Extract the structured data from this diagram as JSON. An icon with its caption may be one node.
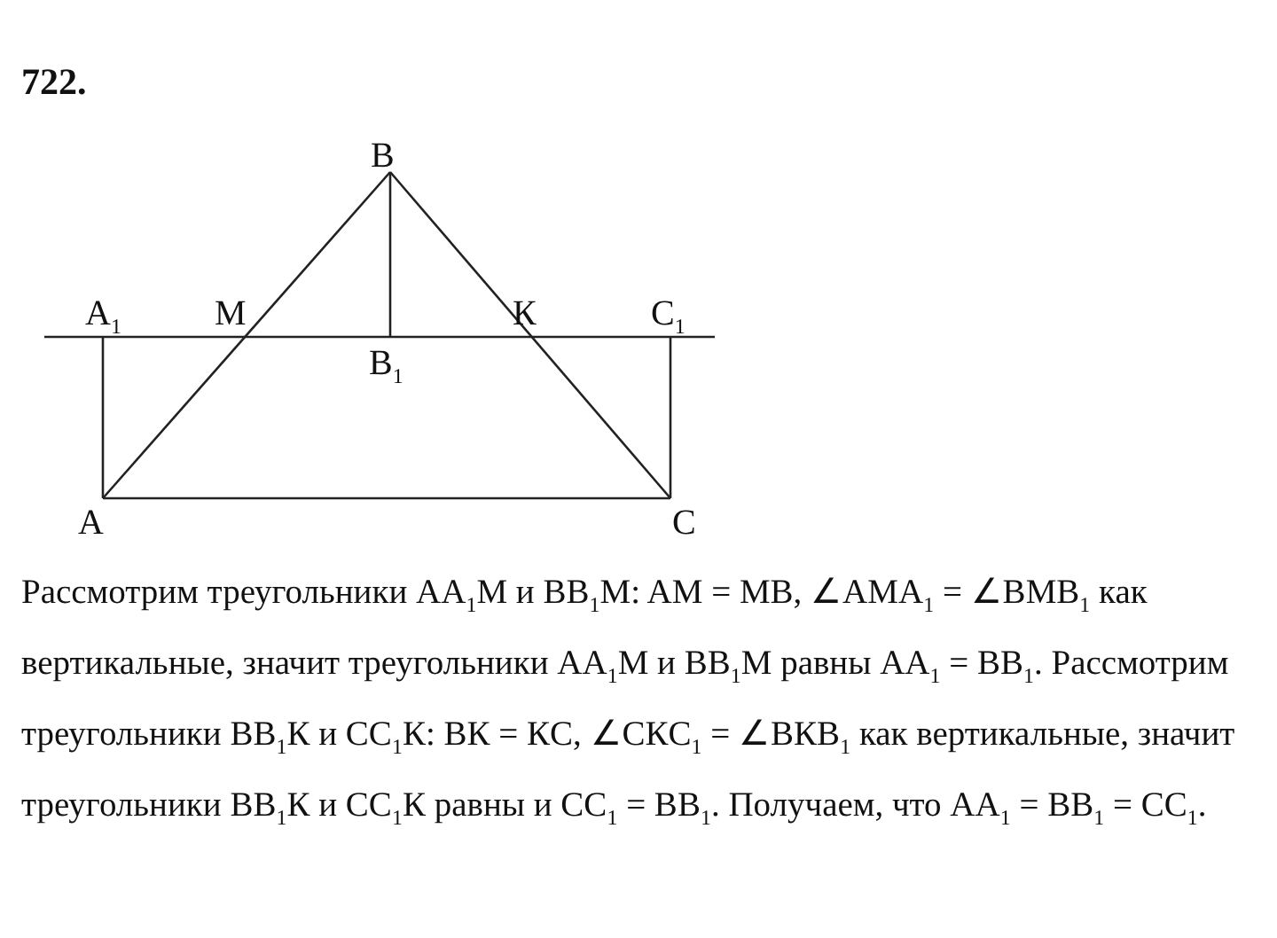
{
  "diagram": {
    "title": "722.",
    "labels": [
      "B",
      "A$_{1}$",
      "M",
      "К",
      "C$_{1}$",
      "B$_{1}$",
      "A",
      "C",
      "Рассмотрим треугольники AA$_{1}$M и BB$_{1}$M: AM = MB, ∠AMA$_{1}$ = ∠BMB$_{1}$ как вертикальные, значит треугольники AA$_{1}$M и BB$_{1}$M равны AA$_{1}$ = BB$_{1}$. Рассмотрим треугольники BB$_{1}$К и CC$_{1}$К: BК = КC, ∠CКC$_{1}$ = ∠BКB$_{1}$ как вертикальные, значит треугольники BB$_{1}$К и CC$_{1}$К равны и CC$_{1}$ = BB$_{1}$. Получаем, что AA$_{1}$ = BB$_{1}$ = CC$_{1}$."
    ]
  }
}
